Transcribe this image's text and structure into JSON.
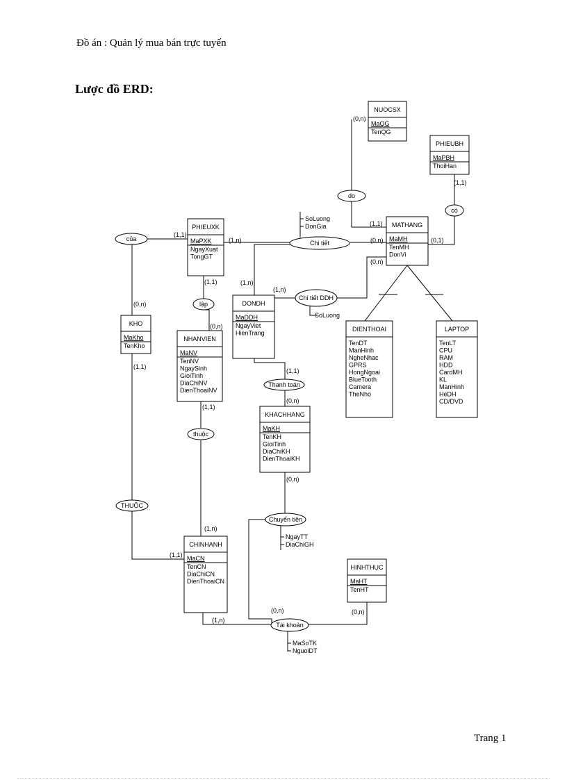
{
  "header": {
    "title": "Đồ án : Quản lý mua bán trực tuyến"
  },
  "heading": "Lược đồ ERD:",
  "footer": {
    "page": "Trang 1"
  },
  "entities": [
    {
      "id": "nuocsx",
      "name": "NUOCSX",
      "attributes": [
        {
          "name": "MaQG",
          "key": true
        },
        {
          "name": "TenQG",
          "key": false
        }
      ]
    },
    {
      "id": "phieubh",
      "name": "PHIEUBH",
      "attributes": [
        {
          "name": "MaPBH",
          "key": true
        },
        {
          "name": "ThoiHan",
          "key": false
        }
      ]
    },
    {
      "id": "phieuxk",
      "name": "PHIEUXK",
      "attributes": [
        {
          "name": "MaPXK",
          "key": true
        },
        {
          "name": "NgayXuat",
          "key": false
        },
        {
          "name": "TongGT",
          "key": false
        }
      ]
    },
    {
      "id": "mathang",
      "name": "MATHANG",
      "attributes": [
        {
          "name": "MaMH",
          "key": true
        },
        {
          "name": "TenMH",
          "key": false
        },
        {
          "name": "DonVi",
          "key": false
        }
      ]
    },
    {
      "id": "dondh",
      "name": "DONDH",
      "attributes": [
        {
          "name": "MaDDH",
          "key": true
        },
        {
          "name": "NgayViet",
          "key": false
        },
        {
          "name": "HienTrang",
          "key": false
        }
      ]
    },
    {
      "id": "kho",
      "name": "KHO",
      "attributes": [
        {
          "name": "MaKho",
          "key": true
        },
        {
          "name": "TenKho",
          "key": false
        }
      ]
    },
    {
      "id": "nhanvien",
      "name": "NHANVIEN",
      "attributes": [
        {
          "name": "MaNV",
          "key": true
        },
        {
          "name": "TenNV",
          "key": false
        },
        {
          "name": "NgaySinh",
          "key": false
        },
        {
          "name": "GioiTinh",
          "key": false
        },
        {
          "name": "DiaChiNV",
          "key": false
        },
        {
          "name": "DienThoaiNV",
          "key": false
        }
      ]
    },
    {
      "id": "dienthoai",
      "name": "DIENTHOAI",
      "attributes": [
        {
          "name": "TenDT",
          "key": false
        },
        {
          "name": "ManHinh",
          "key": false
        },
        {
          "name": "NgheNhac",
          "key": false
        },
        {
          "name": "GPRS",
          "key": false
        },
        {
          "name": "HongNgoai",
          "key": false
        },
        {
          "name": "BlueTooth",
          "key": false
        },
        {
          "name": "Camera",
          "key": false
        },
        {
          "name": "TheNho",
          "key": false
        }
      ]
    },
    {
      "id": "laptop",
      "name": "LAPTOP",
      "attributes": [
        {
          "name": "TenLT",
          "key": false
        },
        {
          "name": "CPU",
          "key": false
        },
        {
          "name": "RAM",
          "key": false
        },
        {
          "name": "HDD",
          "key": false
        },
        {
          "name": "CardMH",
          "key": false
        },
        {
          "name": "KL",
          "key": false
        },
        {
          "name": "ManHinh",
          "key": false
        },
        {
          "name": "HeDH",
          "key": false
        },
        {
          "name": "CD/DVD",
          "key": false
        }
      ]
    },
    {
      "id": "khachhang",
      "name": "KHACHHANG",
      "attributes": [
        {
          "name": "MaKH",
          "key": true
        },
        {
          "name": "TenKH",
          "key": false
        },
        {
          "name": "GioiTinh",
          "key": false
        },
        {
          "name": "DiaChiKH",
          "key": false
        },
        {
          "name": "DienThoaiKH",
          "key": false
        }
      ]
    },
    {
      "id": "chinhanh",
      "name": "CHINHANH",
      "attributes": [
        {
          "name": "MaCN",
          "key": true
        },
        {
          "name": "TenCN",
          "key": false
        },
        {
          "name": "DiaChiCN",
          "key": false
        },
        {
          "name": "DienThoaiCN",
          "key": false
        }
      ]
    },
    {
      "id": "hinhthuc",
      "name": "HINHTHUC",
      "attributes": [
        {
          "name": "MaHT",
          "key": true
        },
        {
          "name": "TenHT",
          "key": false
        }
      ]
    }
  ],
  "relationships": [
    {
      "id": "do",
      "label": "do"
    },
    {
      "id": "co",
      "label": "có"
    },
    {
      "id": "cua",
      "label": "của"
    },
    {
      "id": "chitiet",
      "label": "Chi tiết"
    },
    {
      "id": "chitietddh",
      "label": "Chi tiết DDH"
    },
    {
      "id": "lap",
      "label": "lập"
    },
    {
      "id": "thanhtoan",
      "label": "Thanh toán"
    },
    {
      "id": "thuoc",
      "label": "thuộc"
    },
    {
      "id": "thuoc2",
      "label": "THUỘC"
    },
    {
      "id": "chuyentien",
      "label": "Chuyển tiền"
    },
    {
      "id": "taikhoan",
      "label": "Tài khoản"
    }
  ],
  "relationship_attributes": [
    {
      "rel": "chitiet",
      "items": [
        "SoLuong",
        "DonGia"
      ]
    },
    {
      "rel": "chitietddh",
      "items": [
        "SoLuong"
      ]
    },
    {
      "rel": "chuyentien",
      "items": [
        "NgayTT",
        "DiaChiGH"
      ]
    },
    {
      "rel": "taikhoan",
      "items": [
        "MaSoTK",
        "NguoiDT"
      ]
    }
  ],
  "cardinalities": [
    {
      "id": "nuocsx-do",
      "text": "(0,n)"
    },
    {
      "id": "phieubh-co",
      "text": "(1,1)"
    },
    {
      "id": "mathang-do",
      "text": "(1,1)"
    },
    {
      "id": "mathang-co",
      "text": "(0,1)"
    },
    {
      "id": "mathang-chitiet",
      "text": "(0,n)"
    },
    {
      "id": "mathang-chitietddh",
      "text": "(0,n)"
    },
    {
      "id": "phieuxk-cua",
      "text": "(1,1)"
    },
    {
      "id": "phieuxk-chitiet",
      "text": "(1,n)"
    },
    {
      "id": "phieuxk-lap",
      "text": "(1,1)"
    },
    {
      "id": "dondh-chitiet",
      "text": "(1,n)"
    },
    {
      "id": "dondh-chitietddh",
      "text": "(1,n)"
    },
    {
      "id": "dondh-thanhtoan",
      "text": "(1,1)"
    },
    {
      "id": "kho-cua",
      "text": "(0,n)"
    },
    {
      "id": "kho-thuoc",
      "text": "(1,1)"
    },
    {
      "id": "nhanvien-lap",
      "text": "(0,n)"
    },
    {
      "id": "nhanvien-thuoc",
      "text": "(1,1)"
    },
    {
      "id": "khachhang-thanhtoan",
      "text": "(0,n)"
    },
    {
      "id": "khachhang-chuyentien",
      "text": "(0,n)"
    },
    {
      "id": "chinhanh-thuoc",
      "text": "(1,n)"
    },
    {
      "id": "chinhanh-thuoc2",
      "text": "(1,1)"
    },
    {
      "id": "chinhanh-taikhoan",
      "text": "(1,n)"
    },
    {
      "id": "chuyentien-taikhoan",
      "text": "(0,n)"
    },
    {
      "id": "hinhthuc-taikhoan",
      "text": "(0,n)"
    }
  ]
}
